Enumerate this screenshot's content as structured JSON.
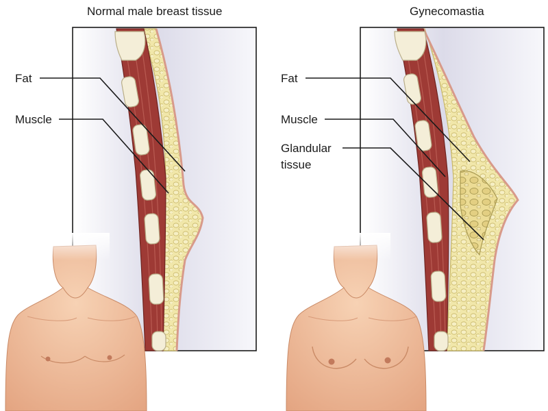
{
  "panels": [
    {
      "title": "Normal male breast tissue",
      "labels": [
        "Fat",
        "Muscle"
      ]
    },
    {
      "title": "Gynecomastia",
      "labels": [
        "Fat",
        "Muscle",
        "Glandular",
        "tissue"
      ]
    }
  ],
  "colors": {
    "frame": "#1a1a1a",
    "muscle": "#9e3a35",
    "muscle_light": "#c46a5f",
    "fat": "#f0e6a8",
    "fat_edge": "#c8b766",
    "skin": "#f2c2a0",
    "skin_shadow": "#d99a77",
    "bone": "#f4eed8",
    "bg_shade": "#d8d6e6"
  }
}
